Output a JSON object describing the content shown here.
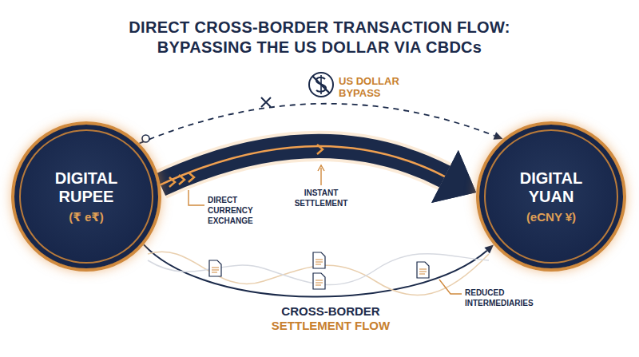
{
  "diagram": {
    "title": "DIRECT CROSS-BORDER TRANSACTION FLOW: BYPASSING THE US DOLLAR VIA CBDCs",
    "nodes": [
      {
        "text": [
          "DIGITAL RUPEE",
          "(₹ e₹)"
        ]
      },
      {
        "text": [
          "DIGITAL YUAN",
          "(eCNY ¥)"
        ]
      }
    ],
    "edges": [
      {
        "from": 0,
        "to": 1,
        "arrow": "to"
      },
      {
        "from": 0,
        "to": 1,
        "arrow": "to"
      },
      {
        "from": 0,
        "to": 1,
        "arrow": "to"
      }
    ],
    "labels": [
      "US DOLLAR BYPASS",
      "DIRECT CURRENCY EXCHANGE",
      "INSTANT SETTLEMENT",
      "CROSS-BORDER SETTLEMENT FLOW",
      "REDUCED INTERMEDIARIES"
    ]
  }
}
